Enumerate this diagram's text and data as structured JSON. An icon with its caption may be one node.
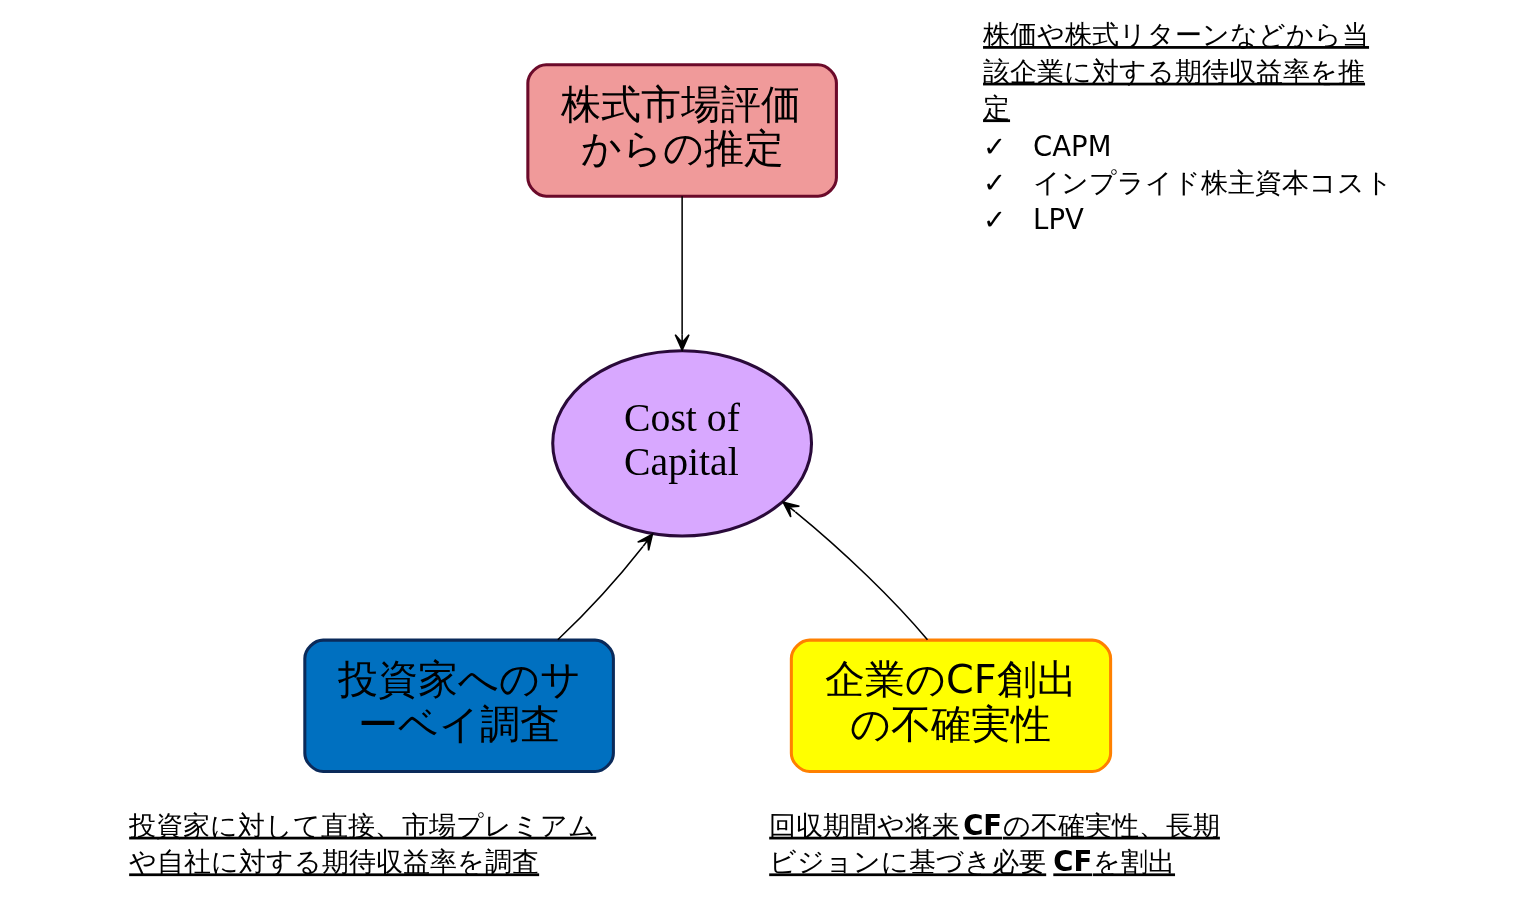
{
  "diagram": {
    "nodes": [
      {
        "text": [
          "株式市場評価からの推定"
        ],
        "beside": [
          "株価や株式リターンなどから当該企業に対する期待収益率を推定",
          "✓　CAPM",
          "✓　インプライド株主資本コスト",
          "✓　LPV"
        ]
      },
      {
        "text": [
          "Cost of Capital"
        ]
      },
      {
        "text": [
          "投資家へのサーベイ調査"
        ],
        "beside": [
          "投資家に対して直接、市場プレミアムや自社に対する期待収益率を調査"
        ]
      },
      {
        "text": [
          "企業のCF創出の不確実性"
        ],
        "beside": [
          "回収期間や将来**CF**の不確実性、長期ビジョンに基づき必要**CF**を割出"
        ]
      }
    ],
    "edges": [
      {
        "from": 0,
        "to": 1,
        "arrow": "to"
      },
      {
        "from": 2,
        "to": 1,
        "arrow": "to"
      },
      {
        "from": 3,
        "to": 1,
        "arrow": "to"
      }
    ]
  }
}
